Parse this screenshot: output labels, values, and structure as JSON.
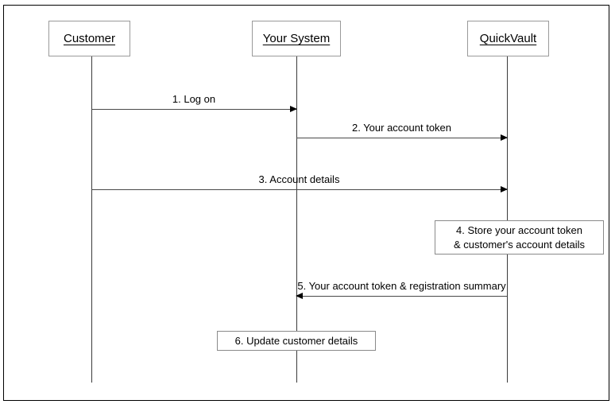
{
  "diagram": {
    "type": "sequence-diagram",
    "background_color": "#ffffff",
    "border_color": "#000000",
    "line_color": "#4a4a4a",
    "participants": [
      {
        "id": "customer",
        "label": "Customer"
      },
      {
        "id": "your_system",
        "label": "Your System"
      },
      {
        "id": "quickvault",
        "label": "QuickVault"
      }
    ],
    "messages": [
      {
        "number": "1",
        "label": "1. Log on",
        "from": "customer",
        "to": "your_system",
        "direction": "right"
      },
      {
        "number": "2",
        "label": "2. Your account token",
        "from": "your_system",
        "to": "quickvault",
        "direction": "right"
      },
      {
        "number": "3",
        "label": "3. Account details",
        "from": "customer",
        "to": "quickvault",
        "direction": "right"
      },
      {
        "number": "5",
        "label": "5. Your account token & registration summary",
        "from": "quickvault",
        "to": "your_system",
        "direction": "left"
      }
    ],
    "notes": [
      {
        "number": "4",
        "on": "quickvault",
        "line1": "4. Store your account token",
        "line2": "& customer's account details"
      },
      {
        "number": "6",
        "on": "your_system",
        "line1": "6. Update customer details",
        "line2": ""
      }
    ]
  }
}
